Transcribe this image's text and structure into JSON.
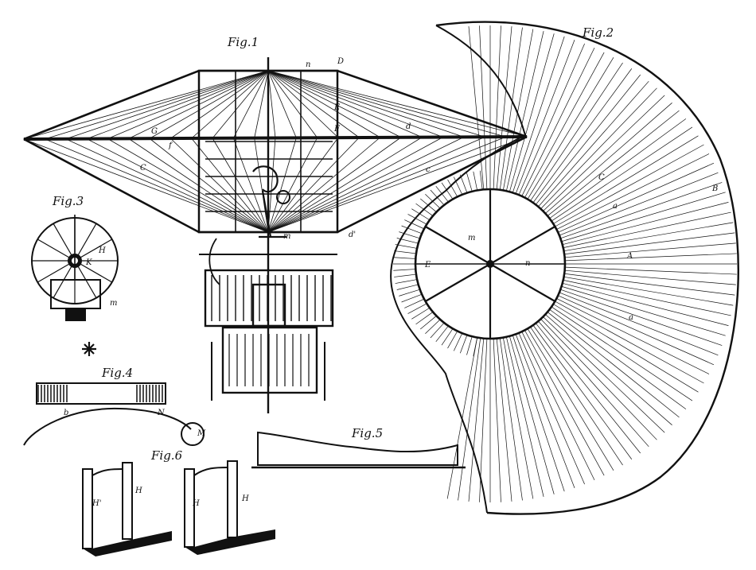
{
  "sheet": {
    "ink_color": "#111111",
    "paper_color": "#ffffff"
  },
  "figures": {
    "fig1": {
      "title": "Fig.1",
      "letters": [
        "n",
        "D",
        "E",
        "F",
        "G",
        "f",
        "C",
        "d",
        "d'",
        "m",
        "c"
      ]
    },
    "fig2": {
      "title": "Fig.2",
      "letters": [
        "C",
        "a",
        "B",
        "A",
        "a",
        "E",
        "m",
        "n"
      ]
    },
    "fig3": {
      "title": "Fig.3",
      "letters": [
        "H",
        "K",
        "m"
      ]
    },
    "fig4": {
      "title": "Fig.4",
      "letters": [
        "b",
        "N",
        "M"
      ]
    },
    "fig5": {
      "title": "Fig.5"
    },
    "fig6": {
      "title": "Fig.6",
      "letters": [
        "H'",
        "H",
        "H",
        "H"
      ]
    }
  }
}
